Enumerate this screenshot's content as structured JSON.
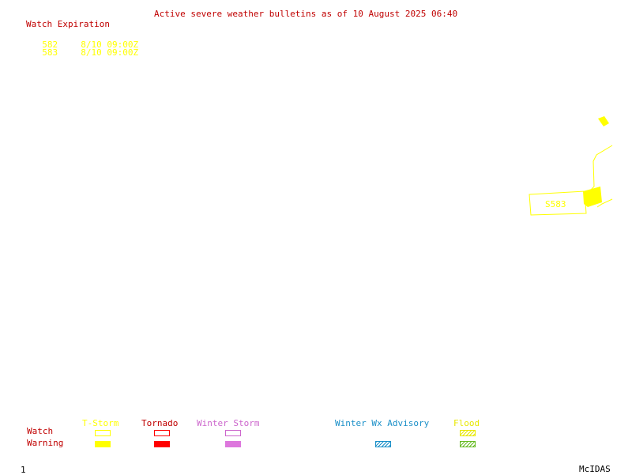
{
  "title": "Active severe weather bulletins as of 10 August 2025 06:40",
  "watch_expiration": {
    "heading": "Watch Expiration",
    "rows": [
      {
        "id": "582",
        "expires": "8/10 09:00Z"
      },
      {
        "id": "583",
        "expires": "8/10 09:00Z"
      }
    ]
  },
  "map": {
    "watch_box_label": "S583",
    "colors": {
      "severe_tstorm": "#ffff00"
    }
  },
  "legend": {
    "row_labels": {
      "watch": "Watch",
      "warning": "Warning"
    },
    "columns": [
      {
        "key": "tstorm",
        "label": "T-Storm",
        "color": "#ffff00",
        "watch_style": "outline",
        "warning_style": "filled"
      },
      {
        "key": "tornado",
        "label": "Tornado",
        "color": "#ff0000",
        "watch_style": "outline",
        "warning_style": "filled"
      },
      {
        "key": "winter_storm",
        "label": "Winter Storm",
        "color": "#cc66cc",
        "watch_style": "outline",
        "warning_style": "filled"
      },
      {
        "key": "winter_wx_advisory",
        "label": "Winter Wx Advisory",
        "color": "#1a8fc8",
        "watch_style": "none",
        "warning_style": "hatched"
      },
      {
        "key": "flood",
        "label": "Flood",
        "color": "#e8e800",
        "warning_color": "#66bb22",
        "watch_style": "hatched",
        "warning_style": "hatched"
      }
    ]
  },
  "footer": {
    "frame": "1",
    "brand": "McIDAS"
  }
}
